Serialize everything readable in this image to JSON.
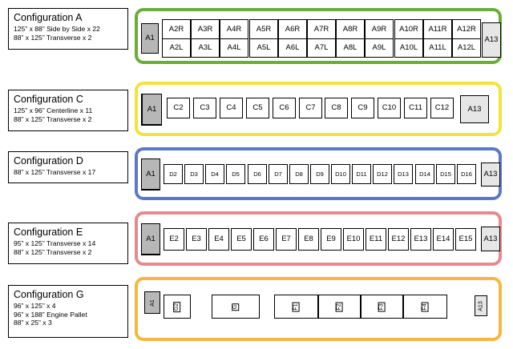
{
  "configs": [
    {
      "id": "A",
      "title": "Configuration A",
      "lines": [
        "125” x 88” Side by Side x 22",
        "88” x 125” Transverse x 2"
      ],
      "color": "#6aad3a",
      "start": "A1",
      "end": "A13",
      "top_row": [
        "A2R",
        "A3R",
        "A4R",
        "A5R",
        "A6R",
        "A7R",
        "A8R",
        "A9R",
        "A10R",
        "A11R",
        "A12R"
      ],
      "bottom_row": [
        "A2L",
        "A3L",
        "A4L",
        "A5L",
        "A6L",
        "A7L",
        "A8L",
        "A9L",
        "A10L",
        "A11L",
        "A12L"
      ]
    },
    {
      "id": "C",
      "title": "Configuration C",
      "lines": [
        "125” x 96” Centerline x 11",
        "88” x 125” Transverse x 2"
      ],
      "color": "#f2e43b",
      "start": "A1",
      "end": "A13",
      "positions": [
        "C2",
        "C3",
        "C4",
        "C5",
        "C6",
        "C7",
        "C8",
        "C9",
        "C10",
        "C11",
        "C12"
      ]
    },
    {
      "id": "D",
      "title": "Configuration D",
      "lines": [
        "88” x 125” Transverse x 17"
      ],
      "color": "#5b79c6",
      "start": "A1",
      "end": "A13",
      "positions": [
        "D2",
        "D3",
        "D4",
        "D5",
        "D6",
        "D7",
        "D8",
        "D9",
        "D10",
        "D11",
        "D12",
        "D13",
        "D14",
        "D15",
        "D16"
      ]
    },
    {
      "id": "E",
      "title": "Configuration E",
      "lines": [
        "95” x 125” Transverse x 14",
        "88” x 125” Transverse x 2"
      ],
      "color": "#e58a8e",
      "start": "A1",
      "end": "A13",
      "positions": [
        "E2",
        "E3",
        "E4",
        "E5",
        "E6",
        "E7",
        "E8",
        "E9",
        "E10",
        "E11",
        "E12",
        "E13",
        "E14",
        "E15"
      ]
    },
    {
      "id": "G",
      "title": "Configuration G",
      "lines": [
        "96” x 125” x 4",
        "96” x 188” Engine Pallet",
        "88” x 25” x 3"
      ],
      "color": "#f5b83c",
      "start": "A1",
      "end": "A13",
      "positions": [
        "G2",
        "G",
        "F1",
        "F2",
        "F3",
        "F4"
      ]
    }
  ]
}
